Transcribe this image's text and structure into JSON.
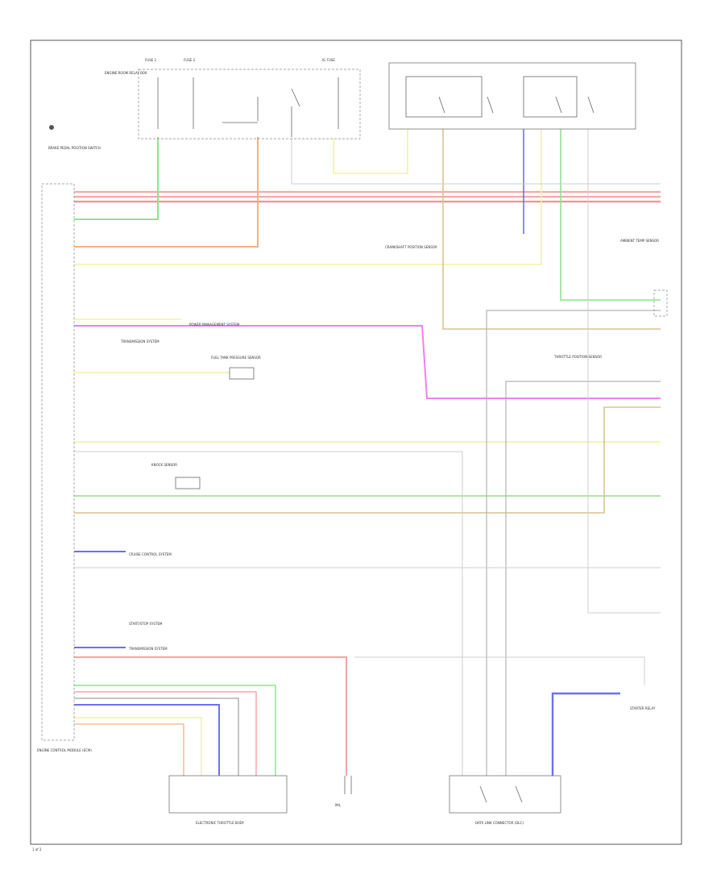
{
  "diagram": {
    "page_tag": "1 of 2",
    "labels": {
      "ecm": "ENGINE CONTROL MODULE (ECM)",
      "relay_box": "ENGINE ROOM RELAY BOX",
      "brake_switch": "BRAKE PEDAL POSITION SWITCH",
      "ambient_sensor": "AMBIENT TEMP SENSOR",
      "fuel_sensor": "FUEL TANK PRESSURE SENSOR",
      "knock_sensor": "KNOCK SENSOR",
      "crank_sensor": "CRANKSHAFT POSITION SENSOR",
      "throttle_body": "ELECTRONIC THROTTLE BODY",
      "tp_sensor": "THROTTLE POSITION SENSOR",
      "starter_relay": "STARTER RELAY",
      "dlc": "DATA LINK CONNECTOR (DLC)",
      "mil": "MIL",
      "power_mgmt": "POWER MANAGEMENT SYSTEM",
      "cruise_ctrl": "CRUISE CONTROL SYSTEM",
      "start_stop": "START/STOP SYSTEM",
      "trans_ctrl": "TRANSMISSION SYSTEM",
      "fuse_a": "FUSE 1",
      "fuse_b": "FUSE 2",
      "ig_fuse": "IG FUSE"
    },
    "wire_colors": {
      "red": "#f3a9a9",
      "pink": "#f48f98",
      "green": "#8fe28f",
      "orange": "#f4b27c",
      "yellow": "#f2f2a6",
      "magenta": "#ef80ef",
      "tan": "#d9c48e",
      "blue": "#6f6ff0",
      "gray": "#b4b4b4",
      "lightgray": "#cfcfcf"
    }
  }
}
